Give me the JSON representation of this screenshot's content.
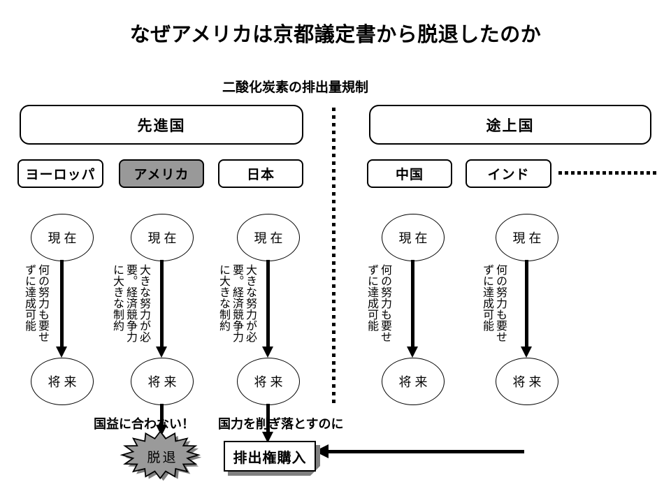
{
  "title": "なぜアメリカは京都議定書から脱退したのか",
  "subtitle": "二酸化炭素の排出量規制",
  "groups": {
    "developed": "先進国",
    "developing": "途上国"
  },
  "columns": [
    {
      "country": "ヨーロッパ",
      "highlighted": false,
      "present": "現在",
      "future": "将来",
      "annotation": "何の努力も要せずに達成可能"
    },
    {
      "country": "アメリカ",
      "highlighted": true,
      "present": "現在",
      "future": "将来",
      "annotation": "大きな努力が必要。経済競争力に大きな制約"
    },
    {
      "country": "日本",
      "highlighted": false,
      "present": "現在",
      "future": "将来",
      "annotation": "大きな努力が必要。経済競争力に大きな制約"
    },
    {
      "country": "中国",
      "highlighted": false,
      "present": "現在",
      "future": "将来",
      "annotation": "何の努力も要せずに達成可能"
    },
    {
      "country": "インド",
      "highlighted": false,
      "present": "現在",
      "future": "将来",
      "annotation": "何の努力も要せずに達成可能"
    }
  ],
  "outcomes": {
    "america": {
      "caption": "国益に合わない！",
      "result": "脱退"
    },
    "japan": {
      "caption": "国力を削ぎ落とすのに",
      "result": "排出権購入"
    }
  },
  "colors": {
    "highlight": "#999999",
    "burst": "#9a9a9a",
    "shadow": "#808080"
  }
}
